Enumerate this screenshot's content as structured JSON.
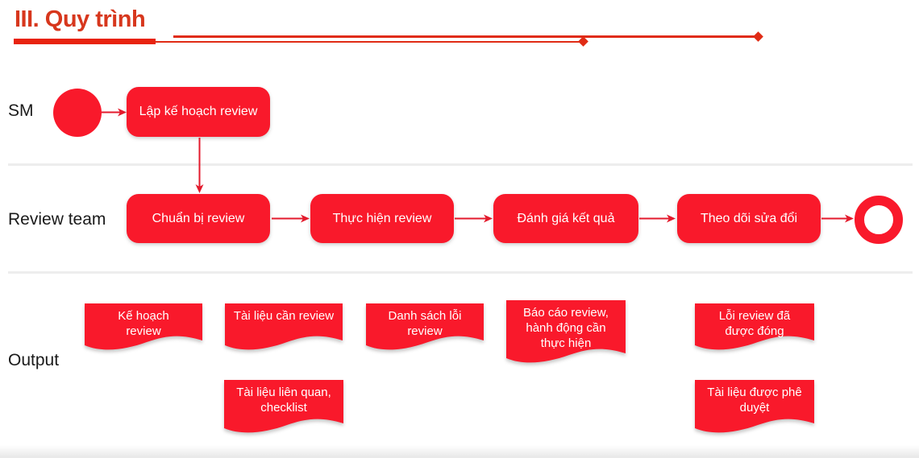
{
  "slide": {
    "title": "III. Quy trình"
  },
  "colors": {
    "shape_red": "#f9192b",
    "title_red": "#d7371d",
    "line_red": "#e02b15",
    "arrow_red": "#e31a2c",
    "divider_gray": "#ededed",
    "shape_text": "#ffffff",
    "label_text": "#1a1a1a"
  },
  "lanes": {
    "sm": {
      "label": "SM",
      "steps": [
        "Lập kế hoạch review"
      ]
    },
    "review_team": {
      "label": "Review team",
      "steps": [
        "Chuẩn bị review",
        "Thực hiện review",
        "Đánh giá kết quả",
        "Theo dõi sửa đổi"
      ]
    },
    "output": {
      "label": "Output",
      "row1": [
        "Kế hoạch review",
        "Tài liệu cần review",
        "Danh sách lỗi review",
        "Báo cáo review, hành động cần thực hiện",
        "Lỗi review đã được đóng"
      ],
      "row2": [
        "Tài liệu liên quan, checklist",
        "Tài liệu được phê duyệt"
      ]
    }
  }
}
